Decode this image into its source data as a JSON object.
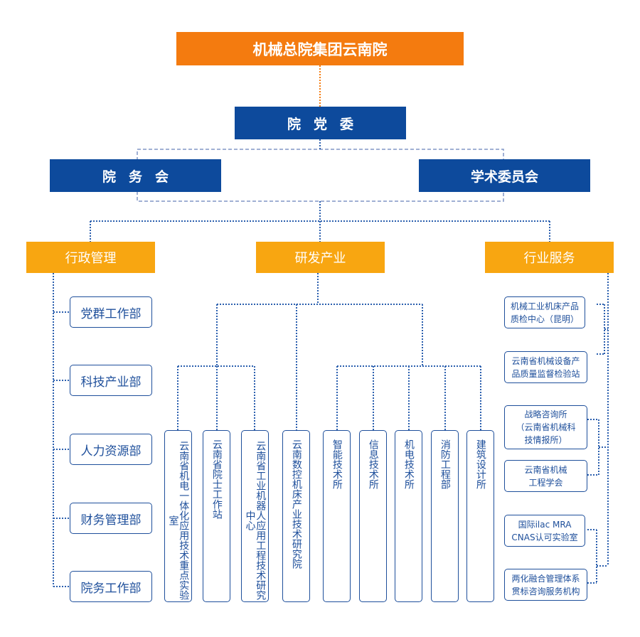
{
  "top": {
    "label": "机械总院集团云南院"
  },
  "party": {
    "label": "院党委"
  },
  "council": {
    "label": "院务会"
  },
  "academic": {
    "label": "学术委员会"
  },
  "branches": {
    "admin": "行政管理",
    "rd": "研发产业",
    "service": "行业服务"
  },
  "admin_depts": [
    "党群工作部",
    "科技产业部",
    "人力资源部",
    "财务管理部",
    "院务工作部"
  ],
  "rd_units": [
    "云南省机电一体化应用技术重点实验室",
    "云南省院士工作站",
    "云南省工业机器人应用工程技术研究中心",
    "云南数控机床产业技术研究院",
    "智能技术所",
    "信息技术所",
    "机电技术所",
    "消防工程部",
    "建筑设计所"
  ],
  "service_units": [
    {
      "lines": [
        "机械工业机床产品",
        "质检中心（昆明）"
      ]
    },
    {
      "lines": [
        "云南省机械设备产",
        "品质量监督检验站"
      ]
    },
    {
      "lines": [
        "战略咨询所",
        "（云南省机械科",
        "技情报所）"
      ]
    },
    {
      "lines": [
        "云南省机械",
        "工程学会"
      ]
    },
    {
      "lines": [
        "国际ilac MRA",
        "CNAS认可实验室"
      ]
    },
    {
      "lines": [
        "两化融合管理体系",
        "贯标咨询服务机构"
      ]
    }
  ],
  "colors": {
    "orange": "#f47b0f",
    "navy": "#0d4a9c",
    "amber": "#f8a611",
    "line_blue": "#2b5fae"
  }
}
